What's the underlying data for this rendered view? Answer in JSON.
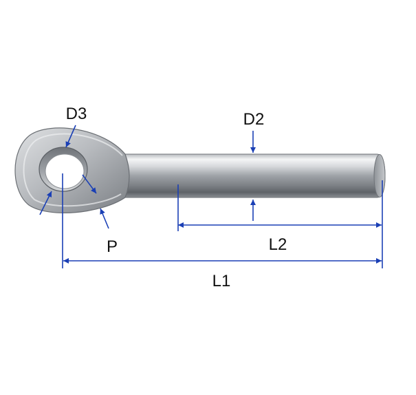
{
  "labels": {
    "d3": "D3",
    "d2": "D2",
    "p": "P",
    "l2": "L2",
    "l1": "L1"
  },
  "colors": {
    "dimension": "#1a3fb5",
    "background": "#ffffff",
    "text": "#111111"
  }
}
